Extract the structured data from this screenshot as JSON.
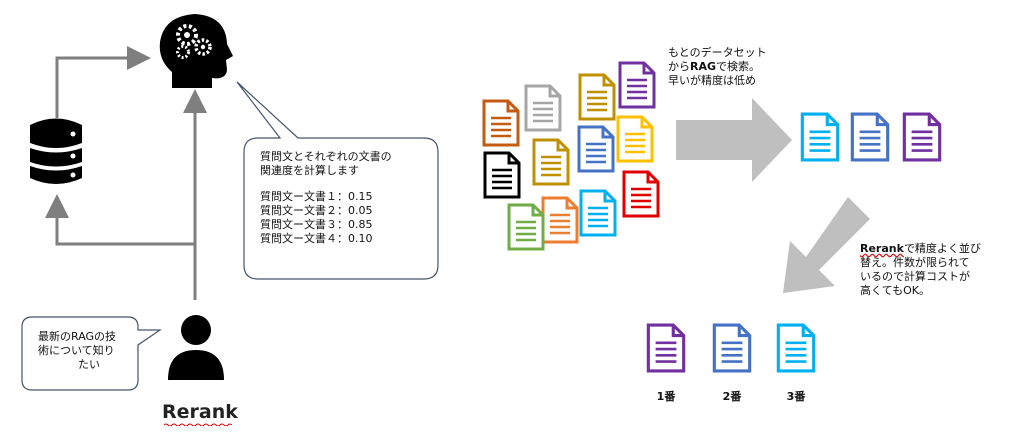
{
  "title": "Rerank",
  "user_bubble": {
    "lines": [
      "最新のRAGの技",
      "術について知り",
      "たい"
    ]
  },
  "ai_bubble": {
    "lines": [
      "質問文とそれぞれの文書の",
      "関連度を計算します"
    ],
    "scores": [
      {
        "label": "質問文ー文書１",
        "value": "：0.15"
      },
      {
        "label": "質問文ー文書２",
        "value": "：0.05"
      },
      {
        "label": "質問文ー文書３",
        "value": "：0.85"
      },
      {
        "label": "質問文ー文書４",
        "value": "：0.10"
      }
    ]
  },
  "retrieval_note": {
    "line1": "もとのデータセット",
    "line2_pre": "から",
    "line2_bold": "RAG",
    "line2_post": "で検索。",
    "line3": "早いが精度は低め"
  },
  "rerank_note": {
    "line1_bold": "Rerank",
    "line1_post": "で精度よく並び",
    "line2": "替え。件数が限られて",
    "line3": "いるので計算コストが",
    "line4": "高くてもOK。"
  },
  "ranks": [
    "1番",
    "2番",
    "3番"
  ],
  "icons": [
    "database-icon",
    "brain-gears-icon",
    "user-icon",
    "document-icon",
    "arrow-icon"
  ],
  "colors": {
    "arrow_gray": "#bfbfbf",
    "line_gray": "#7f7f7f",
    "doc_purple": "#7030a0",
    "doc_blue": "#4472c4",
    "doc_cyan": "#00b0f0",
    "doc_orange": "#c55a11",
    "doc_gray": "#a6a6a6",
    "doc_gold": "#bf9000",
    "doc_yellow": "#ffc000",
    "doc_black": "#000000",
    "doc_red": "#e00000",
    "doc_green": "#70ad47",
    "doc_lorange": "#ed7d31"
  }
}
